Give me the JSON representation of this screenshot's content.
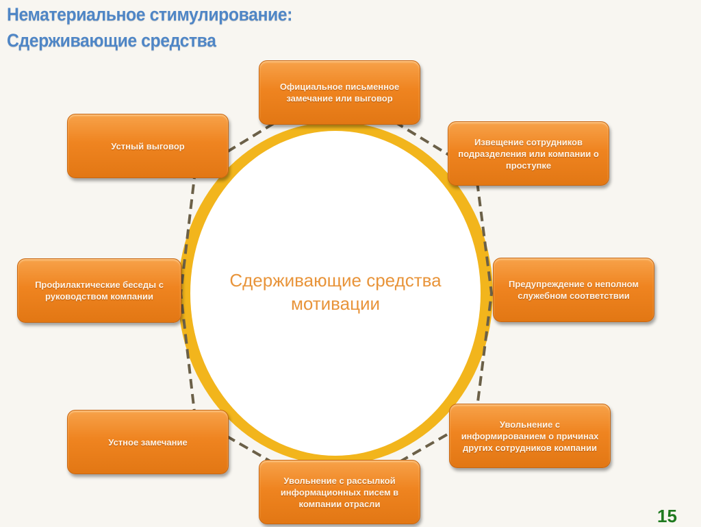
{
  "title": {
    "line1": "Нематериальное стимулирование:",
    "line2": "Сдерживающие средства"
  },
  "center": {
    "line1": "Сдерживающие средства",
    "line2": "мотивации"
  },
  "items": [
    "Официальное письменное замечание или выговор",
    "Извещение сотрудников подразделения или компании о проступке",
    "Предупреждение о неполном служебном соответствии",
    "Увольнение с информированием о причинах других сотрудников компании",
    "Увольнение с рассылкой информационных писем в компании отрасли",
    "Устное замечание",
    "Профилактические беседы с руководством компании",
    "Устный выговор"
  ],
  "page_number": "15",
  "colors": {
    "title": "#4f86c6",
    "box": "#ef8420",
    "ring": "#f2b51c",
    "center_text": "#e8943a",
    "page_number": "#1f7a1f"
  }
}
